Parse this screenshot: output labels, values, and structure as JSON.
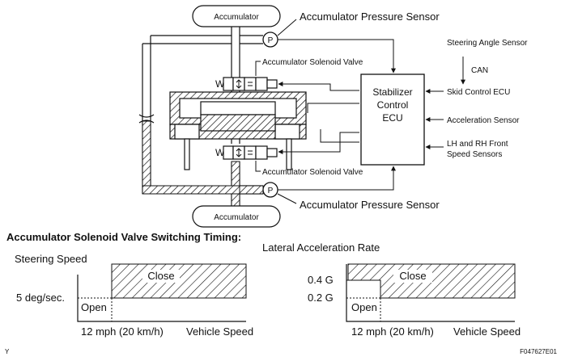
{
  "labels": {
    "accumulator_top": "Accumulator",
    "accumulator_bottom": "Accumulator",
    "pressure_sensor_top": "Accumulator Pressure Sensor",
    "pressure_sensor_bottom": "Accumulator Pressure Sensor",
    "p_symbol": "P",
    "solenoid_valve_top": "Accumulator Solenoid Valve",
    "solenoid_valve_bottom": "Accumulator Solenoid Valve",
    "w_symbol": "W",
    "ecu_line1": "Stabilizer",
    "ecu_line2": "Control",
    "ecu_line3": "ECU",
    "steering_angle_sensor": "Steering Angle Sensor",
    "can": "CAN",
    "skid_control_ecu": "Skid Control ECU",
    "acceleration_sensor": "Acceleration Sensor",
    "speed_sensors_line1": "LH and RH Front",
    "speed_sensors_line2": "Speed Sensors"
  },
  "section_title": "Accumulator Solenoid Valve Switching Timing:",
  "chart_left": {
    "ylabel": "Steering Speed",
    "threshold_label": "5 deg/sec.",
    "xthreshold_label": "12 mph (20 km/h)",
    "xlabel": "Vehicle Speed",
    "close_label": "Close",
    "open_label": "Open"
  },
  "chart_right": {
    "title": "Lateral Acceleration Rate",
    "threshold_high_label": "0.4 G",
    "threshold_low_label": "0.2 G",
    "xthreshold_label": "12 mph (20 km/h)",
    "xlabel": "Vehicle Speed",
    "close_label": "Close",
    "open_label": "Open"
  },
  "footer": {
    "left_mark": "Y",
    "figure_code": "F047627E01"
  }
}
